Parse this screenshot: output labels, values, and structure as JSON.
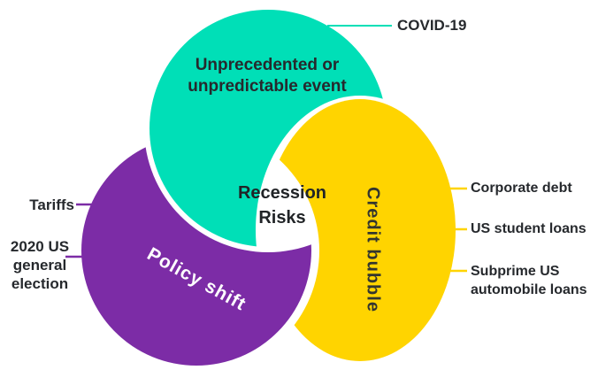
{
  "center": {
    "line1": "Recession",
    "line2": "Risks"
  },
  "segments": {
    "event": {
      "line1": "Unprecedented or",
      "line2": "unpredictable event",
      "color": "#00DFB7"
    },
    "policy": {
      "label": "Policy shift",
      "color": "#7C2CA6"
    },
    "credit": {
      "label": "Credit bubble",
      "color": "#FFD400"
    }
  },
  "callouts": {
    "covid": {
      "label": "COVID-19"
    },
    "tariffs": {
      "label": "Tariffs"
    },
    "election": {
      "line1": "2020 US",
      "line2": "general",
      "line3": "election"
    },
    "corporate": {
      "label": "Corporate debt"
    },
    "student": {
      "label": "US student loans"
    },
    "subprime": {
      "line1": "Subprime US",
      "line2": "automobile loans"
    }
  }
}
